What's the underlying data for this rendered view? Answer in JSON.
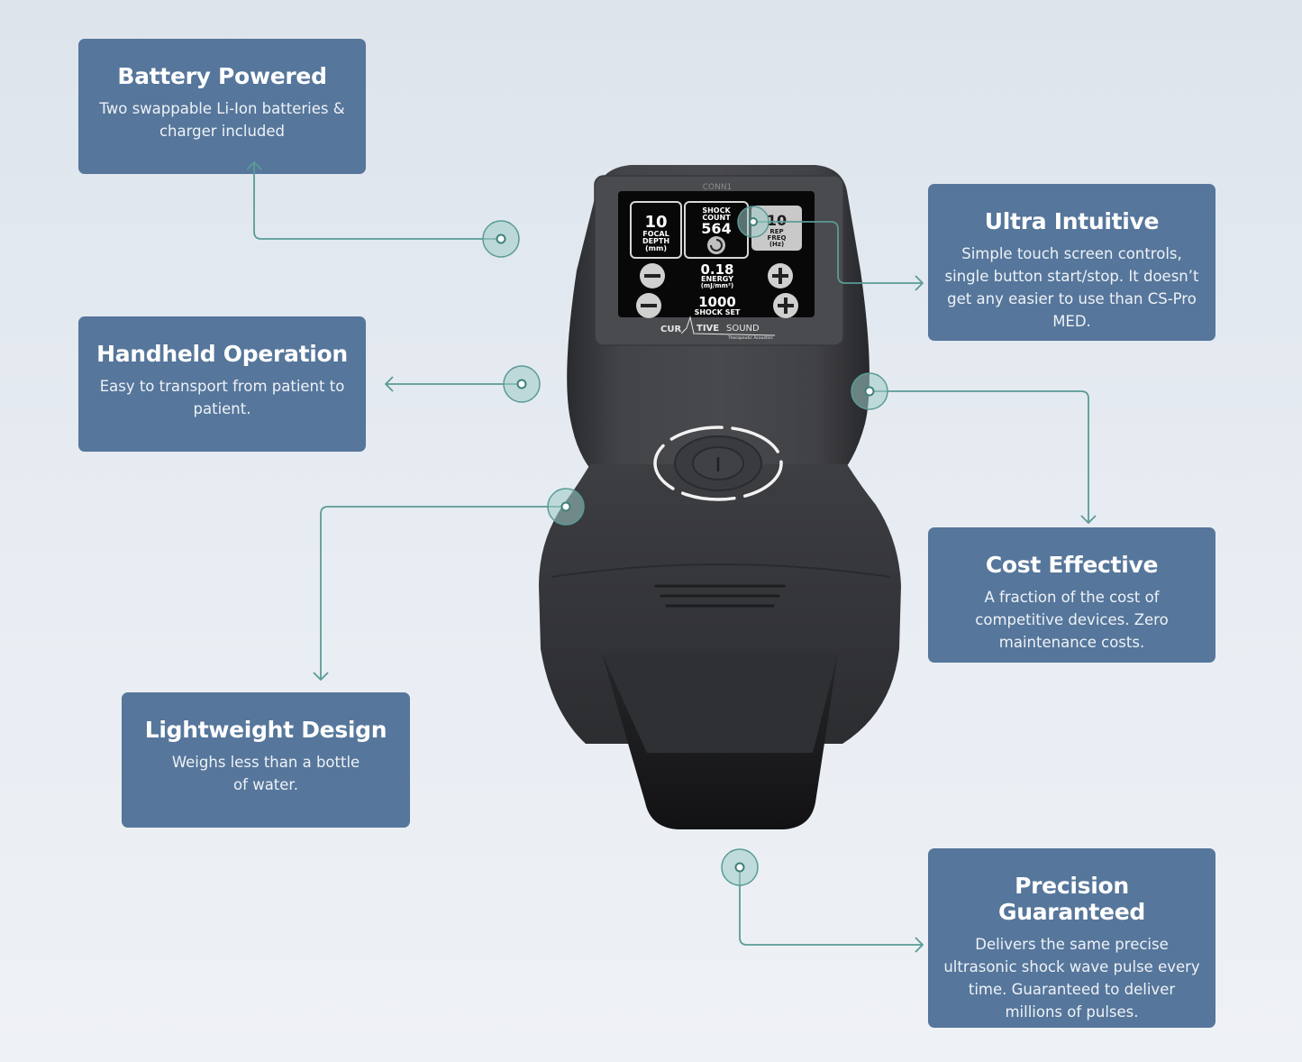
{
  "features": [
    {
      "id": "battery",
      "title": "Battery Powered",
      "description": "Two swappable Li-Ion batteries & charger included"
    },
    {
      "id": "handheld",
      "title": "Handheld Operation",
      "description": "Easy to transport from patient to patient."
    },
    {
      "id": "lightweight",
      "title": "Lightweight Design",
      "description": "Weighs less than a bottle of water."
    },
    {
      "id": "intuitive",
      "title": "Ultra Intuitive",
      "description": "Simple touch screen controls, single button start/stop. It doesn’t get any easier to use than CS-Pro MED."
    },
    {
      "id": "cost",
      "title": "Cost Effective",
      "description": "A fraction of the cost of competitive devices.  Zero maintenance costs."
    },
    {
      "id": "precision",
      "title": "Precision Guaranteed",
      "description": "Delivers the same precise ultrasonic shock wave pulse every time.  Guaranteed to deliver millions of pulses."
    }
  ],
  "device": {
    "top_label": "CONN1",
    "focal_depth_value": "10",
    "focal_depth_label_1": "FOCAL",
    "focal_depth_label_2": "DEPTH",
    "focal_depth_unit": "(mm)",
    "shock_count_label_1": "SHOCK",
    "shock_count_label_2": "COUNT",
    "shock_count_value": "564",
    "rep_freq_value": "10",
    "rep_freq_label_1": "REP",
    "rep_freq_label_2": "FREQ",
    "rep_freq_unit": "(Hz)",
    "energy_value": "0.18",
    "energy_label": "ENERGY",
    "energy_unit": "(mJ/mm²)",
    "shock_set_value": "1000",
    "shock_set_label": "SHOCK SET",
    "brand_left": "CUR",
    "brand_mid": "TIVE",
    "brand_right": "SOUND",
    "brand_tagline": "Therapeutic Acoustics"
  },
  "colors": {
    "card_bg": "#56769b",
    "connector": "#5a9b96",
    "device_body": "#3b3c3f"
  }
}
